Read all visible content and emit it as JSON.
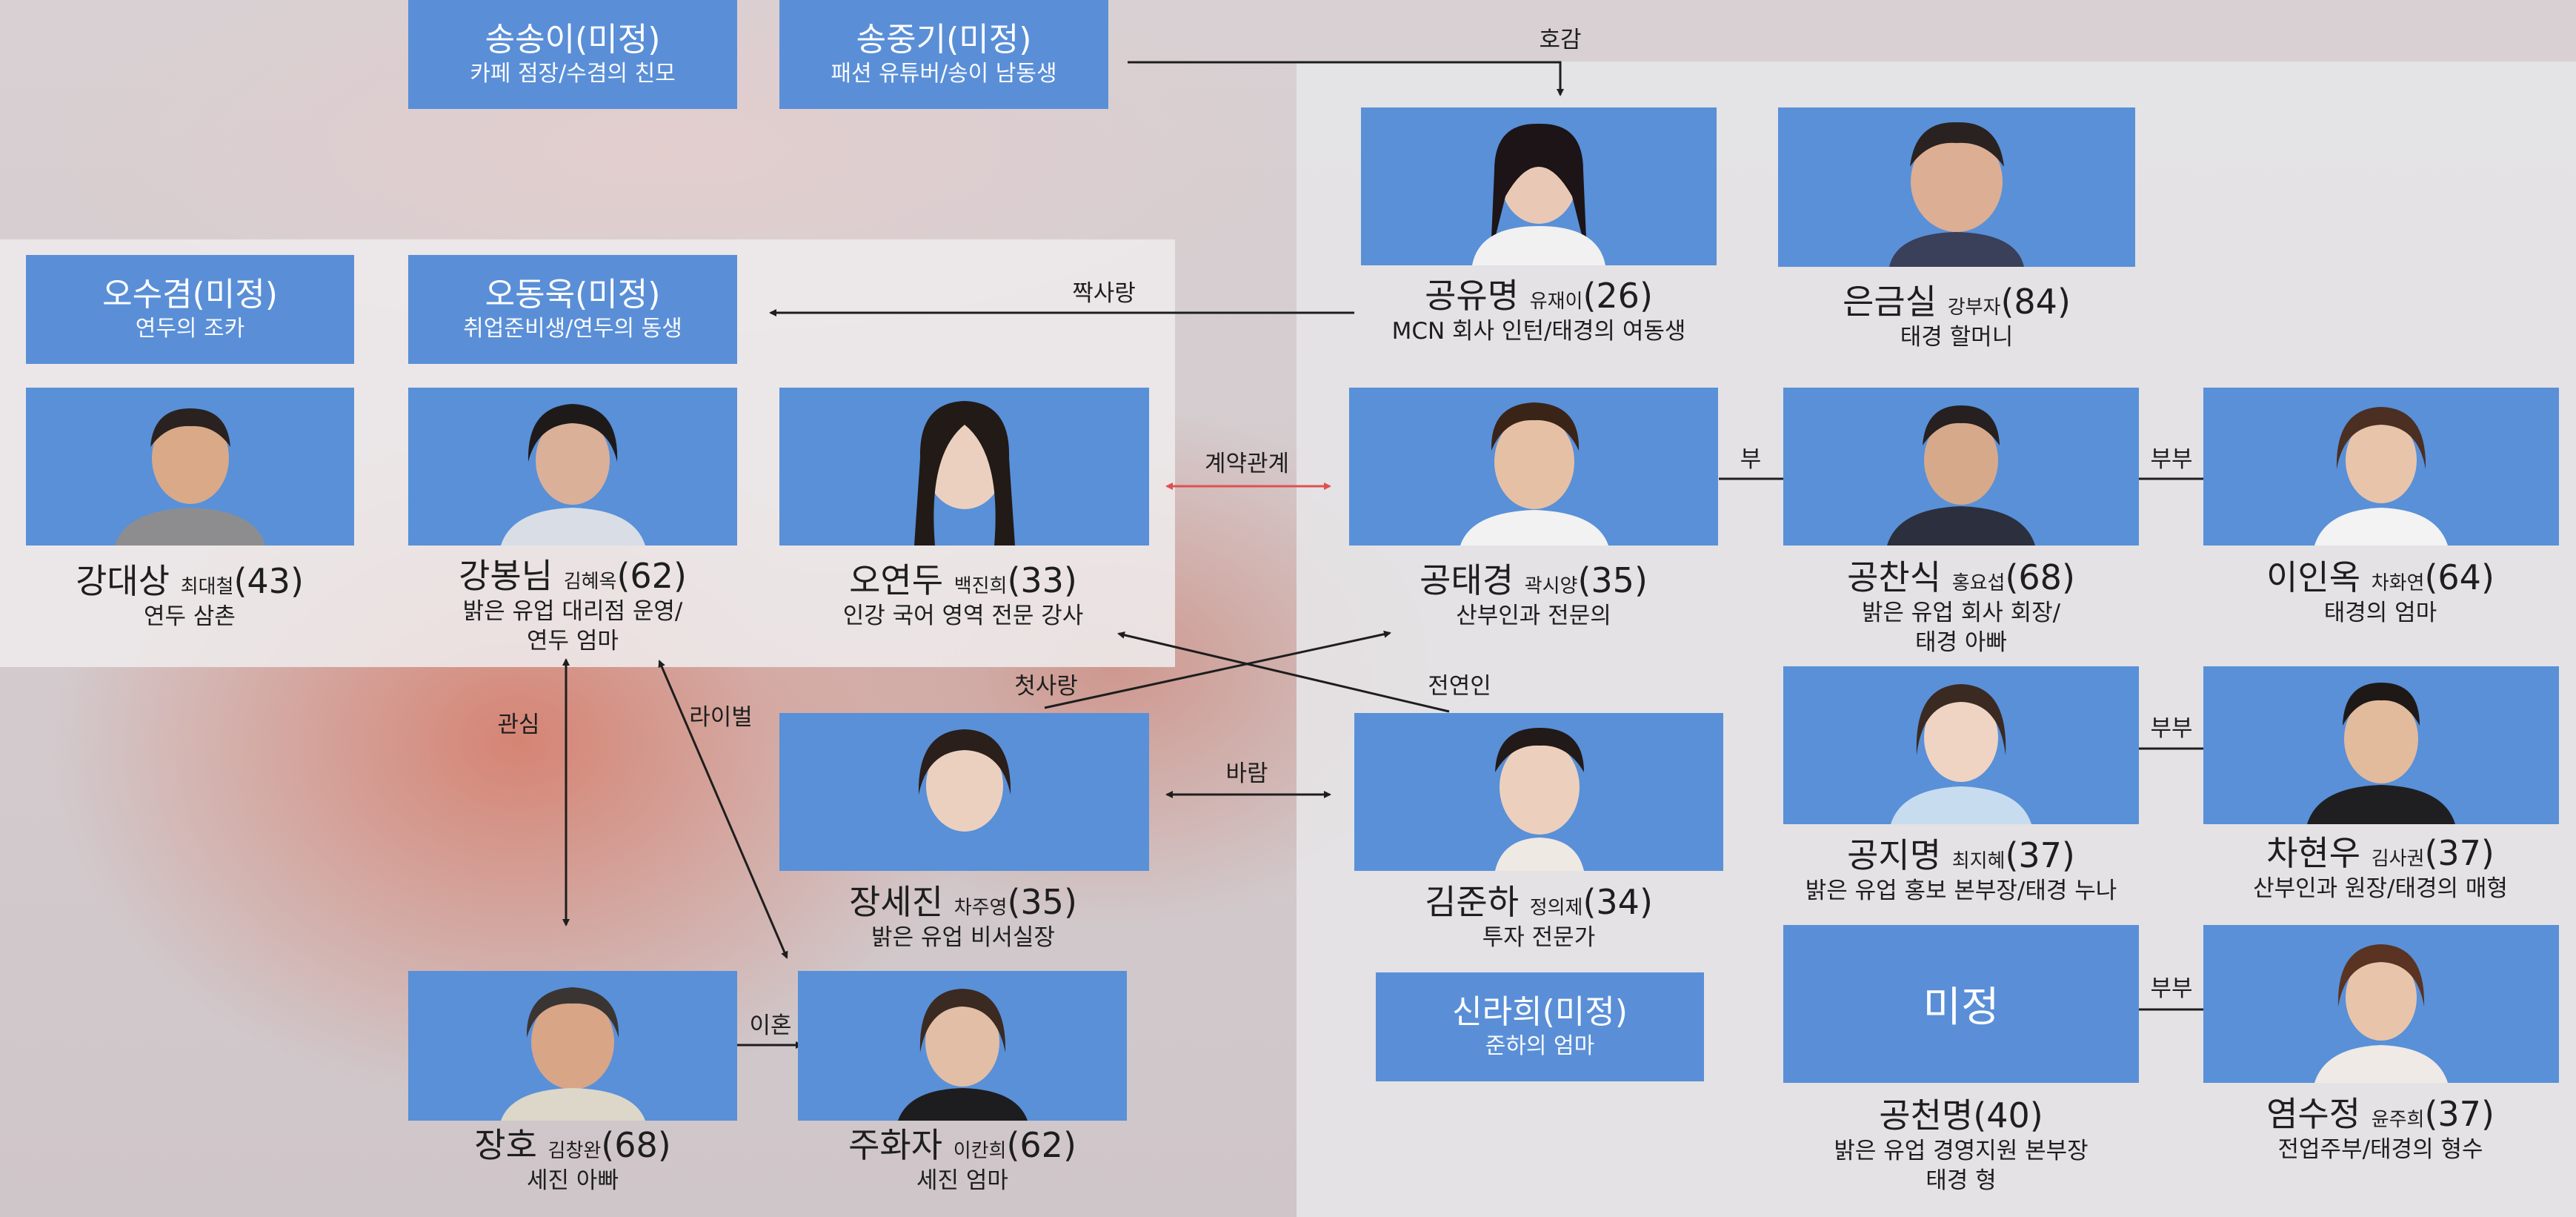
{
  "colors": {
    "box": "#5a8fd8",
    "line": "#1e1e1e",
    "contract_line": "#e05050"
  },
  "tags": {
    "songsong": {
      "name": "송송이(미정)",
      "desc": "카페 점장/수겸의 친모"
    },
    "songjung": {
      "name": "송중기(미정)",
      "desc": "패션 유튜버/송이 남동생"
    },
    "osugyeom": {
      "name": "오수겸(미정)",
      "desc": "연두의 조카"
    },
    "odongwook": {
      "name": "오동욱(미정)",
      "desc": "취업준비생/연두의 동생"
    },
    "shinrahee": {
      "name": "신라희(미정)",
      "desc": "준하의 엄마"
    }
  },
  "people": {
    "gongyumyeong": {
      "name": "공유명",
      "actor": "유재이",
      "age": "(26)",
      "desc1": "MCN 회사 인턴/태경의 여동생",
      "desc2": ""
    },
    "eungeumsil": {
      "name": "은금실",
      "actor": "강부자",
      "age": "(84)",
      "desc1": "태경 할머니",
      "desc2": ""
    },
    "kangdaesang": {
      "name": "강대상",
      "actor": "최대철",
      "age": "(43)",
      "desc1": "연두 삼촌",
      "desc2": ""
    },
    "kangbongnim": {
      "name": "강봉님",
      "actor": "김혜옥",
      "age": "(62)",
      "desc1": "밝은 유업 대리점 운영/",
      "desc2": "연두 엄마"
    },
    "oyeondu": {
      "name": "오연두",
      "actor": "백진희",
      "age": "(33)",
      "desc1": "인강 국어 영역 전문 강사",
      "desc2": ""
    },
    "gongtaegyeong": {
      "name": "공태경",
      "actor": "곽시양",
      "age": "(35)",
      "desc1": "산부인과 전문의",
      "desc2": ""
    },
    "gongchansik": {
      "name": "공찬식",
      "actor": "홍요섭",
      "age": "(68)",
      "desc1": "밝은 유업 회사 회장/",
      "desc2": "태경 아빠"
    },
    "leeinok": {
      "name": "이인옥",
      "actor": "차화연",
      "age": "(64)",
      "desc1": "태경의 엄마",
      "desc2": ""
    },
    "jangsejin": {
      "name": "장세진",
      "actor": "차주영",
      "age": "(35)",
      "desc1": "밝은 유업 비서실장",
      "desc2": ""
    },
    "kimjunha": {
      "name": "김준하",
      "actor": "정의제",
      "age": "(34)",
      "desc1": "투자 전문가",
      "desc2": ""
    },
    "gongjimyeong": {
      "name": "공지명",
      "actor": "최지혜",
      "age": "(37)",
      "desc1": "밝은 유업 홍보 본부장/태경 누나",
      "desc2": ""
    },
    "chahyunwoo": {
      "name": "차현우",
      "actor": "김사권",
      "age": "(37)",
      "desc1": "산부인과 원장/태경의 매형",
      "desc2": ""
    },
    "jangho": {
      "name": "장호",
      "actor": "김창완",
      "age": "(68)",
      "desc1": "세진 아빠",
      "desc2": ""
    },
    "juhwaja": {
      "name": "주화자",
      "actor": "이칸희",
      "age": "(62)",
      "desc1": "세진 엄마",
      "desc2": ""
    },
    "gongcheonmyeong": {
      "name": "공천명",
      "actor": "",
      "age": "(40)",
      "desc1": "밝은 유업 경영지원 본부장",
      "desc2": "태경 형",
      "photo_text": "미정"
    },
    "yeomsujeong": {
      "name": "염수정",
      "actor": "윤주희",
      "age": "(37)",
      "desc1": "전업주부/태경의 형수",
      "desc2": ""
    }
  },
  "relations": {
    "hogam": "호감",
    "jjaksarang": "짝사랑",
    "gyeyak": "계약관계",
    "bu": "부",
    "bubu1": "부부",
    "bubu2": "부부",
    "bubu3": "부부",
    "cheotsarang": "첫사랑",
    "jeonyeonin": "전연인",
    "gwansim": "관심",
    "raibeol": "라이벌",
    "baram": "바람",
    "ihon": "이혼"
  }
}
